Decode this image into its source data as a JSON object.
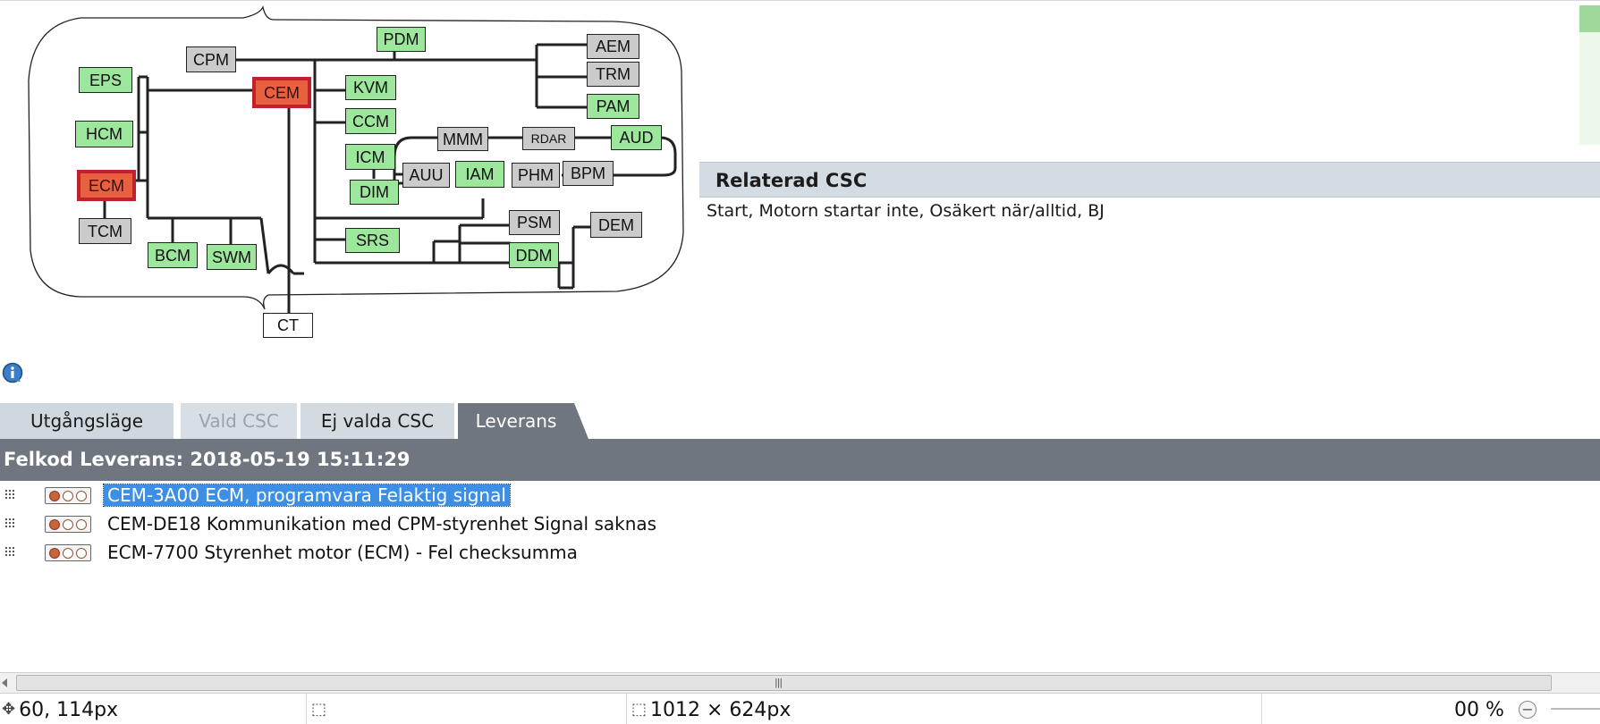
{
  "diagram": {
    "nodes": [
      {
        "id": "PDM",
        "label": "PDM",
        "color": "green"
      },
      {
        "id": "CPM",
        "label": "CPM",
        "color": "grey"
      },
      {
        "id": "AEM",
        "label": "AEM",
        "color": "grey"
      },
      {
        "id": "TRM",
        "label": "TRM",
        "color": "grey"
      },
      {
        "id": "PAM",
        "label": "PAM",
        "color": "green"
      },
      {
        "id": "EPS",
        "label": "EPS",
        "color": "green"
      },
      {
        "id": "CEM",
        "label": "CEM",
        "color": "red"
      },
      {
        "id": "KVM",
        "label": "KVM",
        "color": "green"
      },
      {
        "id": "CCM",
        "label": "CCM",
        "color": "green"
      },
      {
        "id": "HCM",
        "label": "HCM",
        "color": "green"
      },
      {
        "id": "MMM",
        "label": "MMM",
        "color": "grey"
      },
      {
        "id": "RDAR",
        "label": "RDAR",
        "color": "grey"
      },
      {
        "id": "AUD",
        "label": "AUD",
        "color": "green"
      },
      {
        "id": "ICM",
        "label": "ICM",
        "color": "green"
      },
      {
        "id": "AUU",
        "label": "AUU",
        "color": "grey"
      },
      {
        "id": "IAM",
        "label": "IAM",
        "color": "green"
      },
      {
        "id": "PHM",
        "label": "PHM",
        "color": "grey"
      },
      {
        "id": "BPM",
        "label": "BPM",
        "color": "grey"
      },
      {
        "id": "ECM",
        "label": "ECM",
        "color": "red"
      },
      {
        "id": "DIM",
        "label": "DIM",
        "color": "green"
      },
      {
        "id": "TCM",
        "label": "TCM",
        "color": "grey"
      },
      {
        "id": "PSM",
        "label": "PSM",
        "color": "grey"
      },
      {
        "id": "DEM",
        "label": "DEM",
        "color": "grey"
      },
      {
        "id": "BCM",
        "label": "BCM",
        "color": "green"
      },
      {
        "id": "SWM",
        "label": "SWM",
        "color": "green"
      },
      {
        "id": "SRS",
        "label": "SRS",
        "color": "green"
      },
      {
        "id": "DDM",
        "label": "DDM",
        "color": "green"
      },
      {
        "id": "CT",
        "label": "CT",
        "color": "white"
      }
    ]
  },
  "related": {
    "header": "Relaterad CSC",
    "text": "Start, Motorn startar inte, Osäkert när/alltid, BJ"
  },
  "tabs": {
    "start": "Utgångsläge",
    "vald": "Vald CSC",
    "ejvald": "Ej valda CSC",
    "leverans": "Leverans"
  },
  "felkod": {
    "title": "Felkod Leverans: 2018-05-19 15:11:29",
    "rows": [
      {
        "label": "CEM-3A00 ECM, programvara Felaktig signal",
        "selected": true
      },
      {
        "label": "CEM-DE18 Kommunikation med CPM-styrenhet Signal saknas",
        "selected": false
      },
      {
        "label": "ECM-7700 Styrenhet motor (ECM) - Fel checksumma",
        "selected": false
      }
    ]
  },
  "statusbar": {
    "position": "60, 114px",
    "size": "1012 × 624px",
    "zoom": "00 %"
  },
  "colors": {
    "node_green": "#9de79d",
    "node_grey": "#cbcbcb",
    "node_red": "#e8603f",
    "header_dark": "#6f7680",
    "selection": "#3d8fe6"
  }
}
